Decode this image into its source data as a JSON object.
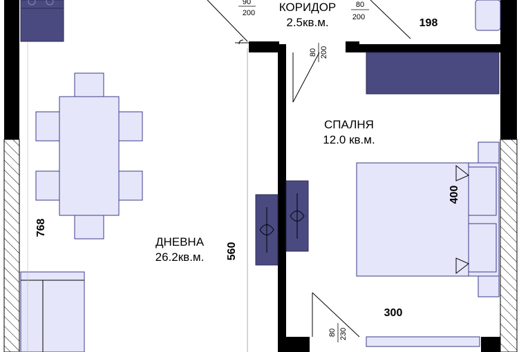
{
  "rooms": {
    "corridor": {
      "name": "КОРИДОР",
      "area": "2.5кв.м."
    },
    "bedroom": {
      "name": "СПАЛНЯ",
      "area": "12.0 кв.м."
    },
    "living": {
      "name": "ДНЕВНА",
      "area": "26.2кв.м."
    }
  },
  "dimensions": {
    "corridor_width": "198",
    "living_height": "768",
    "living_inner_height": "560",
    "bedroom_height": "400",
    "bedroom_width": "300"
  },
  "doors": {
    "top_left": {
      "width": "90",
      "height": "200"
    },
    "top_right": {
      "width": "80",
      "height": "200"
    },
    "bedroom": {
      "width": "80",
      "height": "200"
    },
    "bathroom": {
      "width": "80",
      "height": "230"
    }
  },
  "colors": {
    "furniture_fill": "#e6e6fa",
    "furniture_dark": "#4a4a80",
    "wall": "#000000"
  }
}
